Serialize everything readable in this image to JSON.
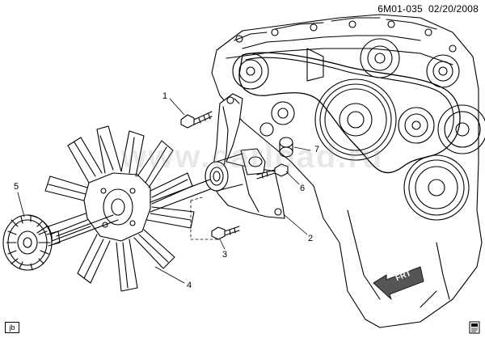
{
  "header": {
    "figure_id": "6M01-035",
    "date": "02/20/2008"
  },
  "watermark": "www.carload.ru",
  "callouts": [
    {
      "number": "1",
      "part": "bolt"
    },
    {
      "number": "2",
      "part": "fan-bracket"
    },
    {
      "number": "3",
      "part": "bolt"
    },
    {
      "number": "4",
      "part": "fan-blade"
    },
    {
      "number": "5",
      "part": "fan-clutch"
    },
    {
      "number": "6",
      "part": "bolt"
    },
    {
      "number": "7",
      "part": "spacer"
    }
  ],
  "direction_arrow": {
    "label": "FRT"
  },
  "footer": {
    "tag": "jb"
  }
}
